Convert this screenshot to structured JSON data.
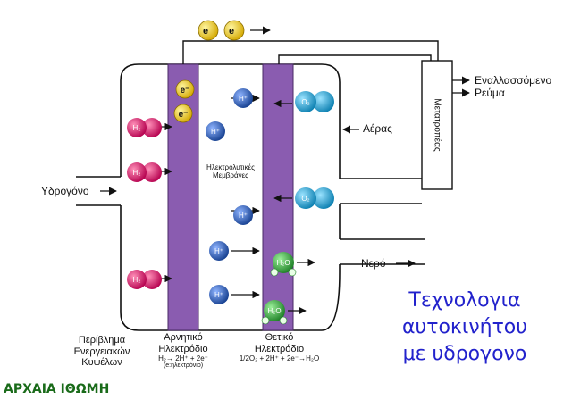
{
  "electrons": {
    "symbol": "e⁻"
  },
  "output": {
    "line1": "Εναλλασσόμενο",
    "line2": "Ρεύμα"
  },
  "converter": {
    "label": "Μετατροπέας"
  },
  "air": {
    "label": "Αέρας"
  },
  "hydrogen": {
    "label": "Υδρογόνο"
  },
  "water": {
    "label": "Νερό"
  },
  "membrane": {
    "line1": "Ηλεκτρολυτικές",
    "line2": "Μεμβράνες"
  },
  "molecules": {
    "h2": "H₂",
    "hplus": "H⁺",
    "o2": "O₂",
    "h2o": "H₂O"
  },
  "casing": {
    "line1": "Περίβλημα",
    "line2": "Ενεργειακών",
    "line3": "Κυψέλων"
  },
  "negative": {
    "line1": "Αρνητικό",
    "line2": "Ηλεκτρόδιο",
    "eq": "H₂→ 2H⁺ + 2e⁻",
    "note": "(e:ηλεκτρόνιο)"
  },
  "positive": {
    "line1": "Θετικό",
    "line2": "Ηλεκτρόδιο",
    "eq": "1/2O₂ + 2H⁺ + 2e⁻→H₂O"
  },
  "title": {
    "line1": "Τεχνολογια",
    "line2": "αυτοκινήτου",
    "line3": "με υδρογονο"
  },
  "footer": {
    "text": "ΑΡΧΑΙΑ ΙΘΩΜΗ"
  },
  "colors": {
    "electrode": "#8a5cb0",
    "electron": "#e8c400",
    "hydrogen": "#d81b6a",
    "proton": "#1e5bb8",
    "oxygen": "#1aa3d9",
    "water": "#2aa836",
    "title": "#2222cc",
    "footer": "#1a6b1a"
  }
}
